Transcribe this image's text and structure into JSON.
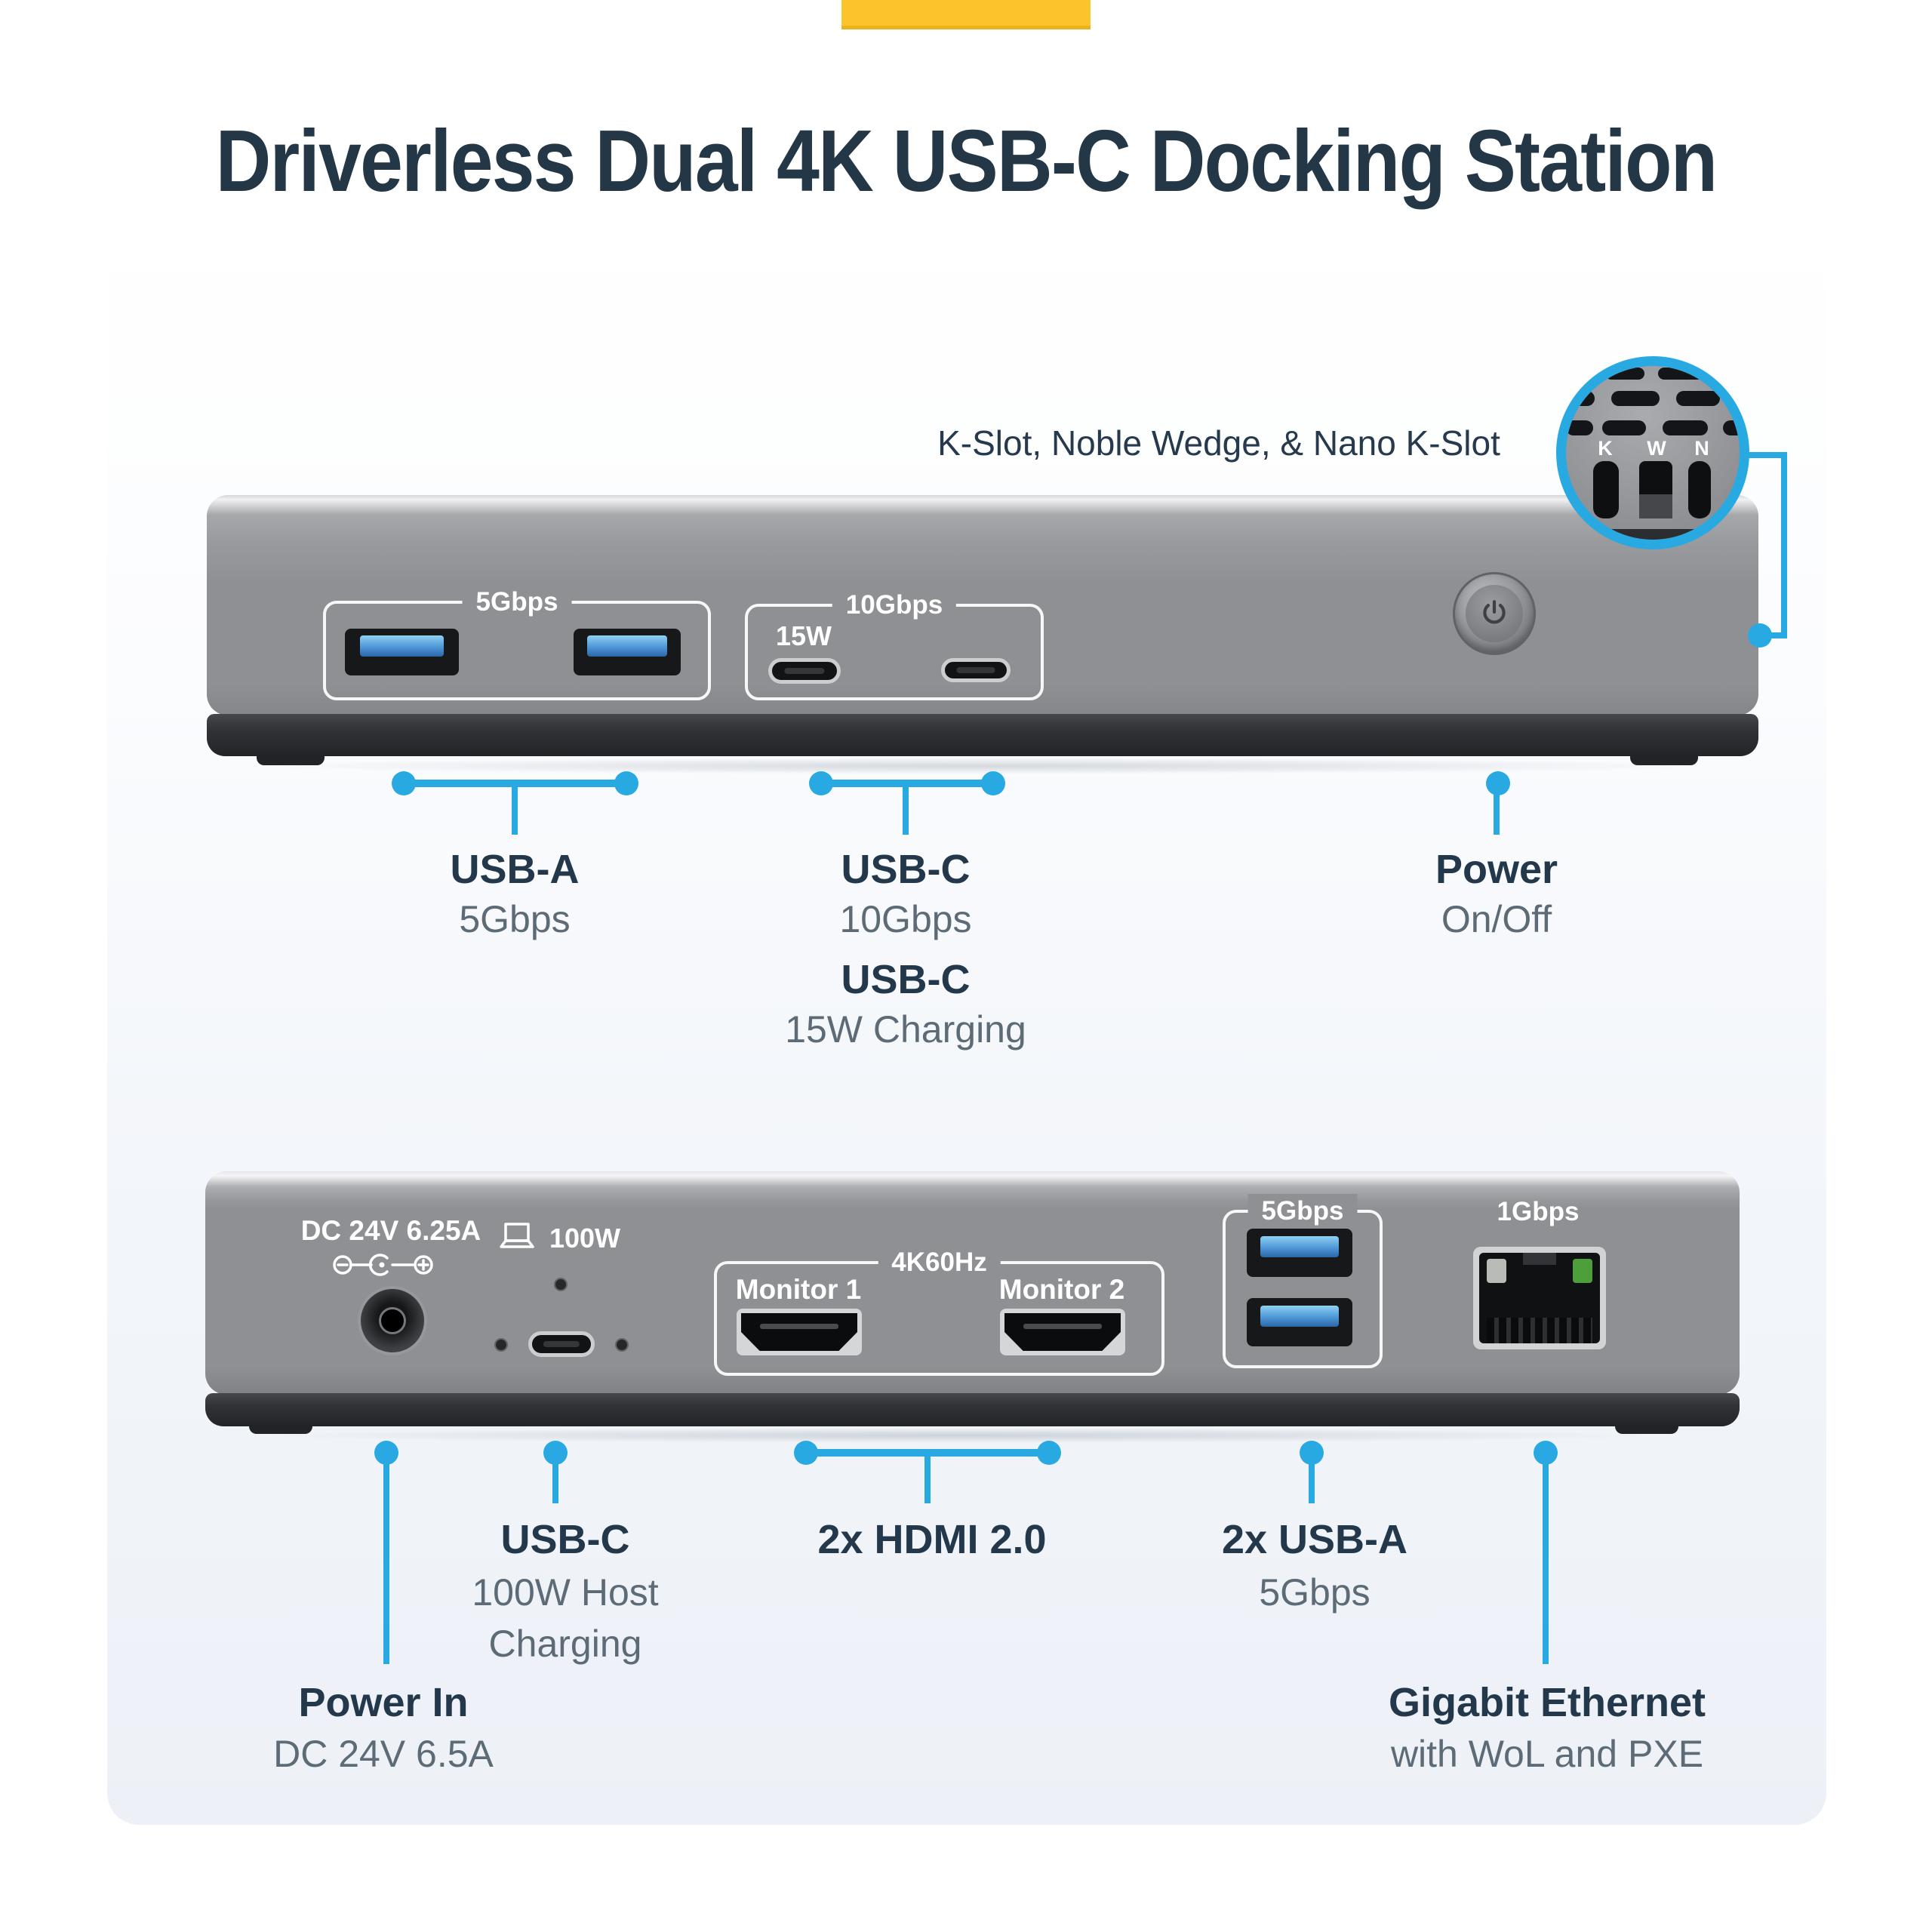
{
  "colors": {
    "accent_blue": "#29a9e2",
    "brand_yellow": "#fcc32b",
    "title_navy": "#233747",
    "heading_navy": "#24384b",
    "sub_gray": "#5d6b77"
  },
  "header": {
    "title": "Driverless Dual 4K USB-C Docking Station"
  },
  "inset": {
    "caption": "K-Slot, Noble Wedge, & Nano K-Slot",
    "slot_letters": [
      "K",
      "W",
      "N"
    ]
  },
  "front_view": {
    "device_labels": {
      "usb_a_group": "5Gbps",
      "usb_c_group": "10Gbps",
      "usb_c_15w": "15W"
    },
    "callouts": {
      "usb_a": {
        "title": "USB-A",
        "sub": "5Gbps"
      },
      "usb_c": {
        "title": "USB-C",
        "sub": "10Gbps"
      },
      "usb_c_charge": {
        "title": "USB-C",
        "sub": "15W Charging"
      },
      "power": {
        "title": "Power",
        "sub": "On/Off"
      }
    }
  },
  "back_view": {
    "device_labels": {
      "dc_input": "DC 24V 6.25A",
      "host_power": "100W",
      "video": "4K60Hz",
      "monitor1": "Monitor 1",
      "monitor2": "Monitor 2",
      "usb_group": "5Gbps",
      "ethernet": "1Gbps"
    },
    "callouts": {
      "usb_c": {
        "title": "USB-C",
        "sub1": "100W Host",
        "sub2": "Charging"
      },
      "hdmi": {
        "title": "2x HDMI 2.0"
      },
      "usb_a": {
        "title": "2x USB-A",
        "sub": "5Gbps"
      },
      "power_in": {
        "title": "Power In",
        "sub": "DC 24V 6.5A"
      },
      "ethernet": {
        "title": "Gigabit Ethernet",
        "sub": "with WoL and PXE"
      }
    }
  }
}
